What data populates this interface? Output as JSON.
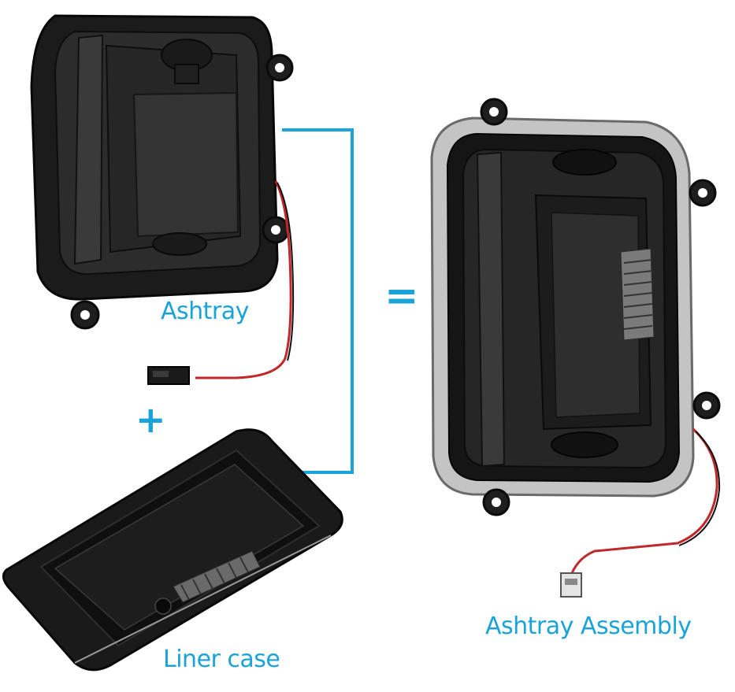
{
  "labels": {
    "ashtray": "Ashtray",
    "liner_case": "Liner case",
    "assembly": "Ashtray Assembly",
    "plus": "+",
    "equals": "="
  },
  "colors": {
    "accent": "#1aa3d9",
    "plastic_dark": "#141414",
    "plastic_mid": "#2a2a2a",
    "chrome": "#b9b9b9",
    "wire_red": "#c0282a"
  }
}
